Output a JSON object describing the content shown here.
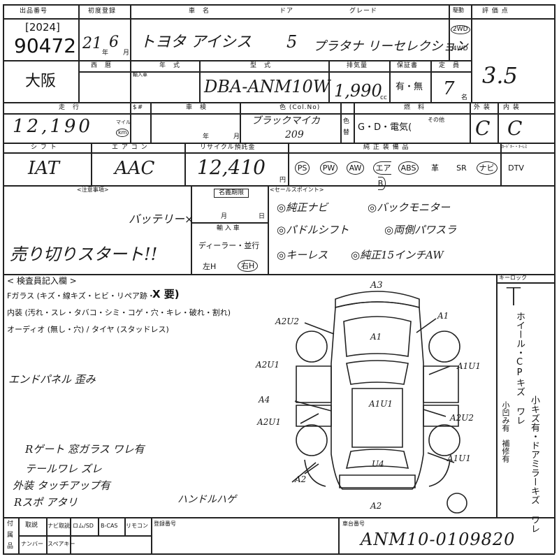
{
  "row1": {
    "lot_label": "出品番号",
    "year": "[2024]",
    "lot_no": "90472",
    "first_reg_label": "初度登録",
    "reg_year": "21",
    "reg_year_unit": "年",
    "reg_month": "6",
    "reg_month_unit": "月",
    "car_name_label": "車　名",
    "car_name": "トヨタ アイシス",
    "door_label": "ドア",
    "doors": "5",
    "grade_label": "グレード",
    "grade": "プラタナ リーセレクション",
    "drive_label": "駆動",
    "drive_2wd": "2WD",
    "drive_4wd": "4WD",
    "score_label": "評 価 点",
    "score": "3.5"
  },
  "row2": {
    "region": "大阪",
    "year_label": "西　暦",
    "type_label": "年　式",
    "import_note": "輸入車",
    "type_label2": "型　式",
    "model_code": "DBA-ANM10W",
    "displacement_label": "排気量",
    "displacement": "1,990",
    "displacement_unit": "cc",
    "warranty_label": "保証書",
    "warranty": "有・無",
    "capacity_label": "定　員",
    "capacity": "7",
    "capacity_unit": "名"
  },
  "row3": {
    "mileage_label": "走　行",
    "mileage": "12,190",
    "mileage_unit_mile": "マイル",
    "mileage_unit_km": "km",
    "km_symbol": "$#",
    "inspection_label": "車　検",
    "inspection_year": "年",
    "inspection_month": "月",
    "color_label": "色 (Col.No)",
    "color": "ブラックマイカ",
    "color_no": "209",
    "color_change_1": "色",
    "color_change_2": "替",
    "fuel_label": "燃　料",
    "fuel": "G・D・電気(",
    "fuel_other": "その他",
    "exterior_label": "外 装",
    "exterior": "C",
    "interior_label": "内 装",
    "interior": "C"
  },
  "row4": {
    "shift_label": "シ フ ト",
    "shift": "IAT",
    "ac_label": "エ ア コ ン",
    "ac": "AAC",
    "recycle_label": "リサイクル預託金",
    "recycle": "12,410",
    "recycle_unit": "円",
    "genuine_label": "純 正 装 備 品",
    "equipment": [
      "PS",
      "PW",
      "AW",
      "エアB",
      "ABS",
      "革",
      "SR",
      "ナビ",
      "DTV"
    ],
    "keyless_label": "ｶｰﾄﾞｷｰ・ｷｰﾚｽ"
  },
  "notes": {
    "attention_label": "<注意事項>",
    "battery_note": "バッテリー×",
    "sale_note": "売り切りスタート!!",
    "transfer_label": "名義期限",
    "transfer_month": "月",
    "transfer_day": "日",
    "import_label": "輸 入 車",
    "dealer_label": "ディーラー・並行",
    "steering_left": "左H",
    "steering_right": "右H",
    "sales_label": "<セールスポイント>",
    "sales_points": [
      "◎純正ナビ",
      "◎バックモニター",
      "◎パドルシフト",
      "◎両側パワスラ",
      "◎キーレス",
      "◎純正15インチAW"
    ]
  },
  "inspector": {
    "title": "< 検査員記入欄 >",
    "glass_line": "Fガラス (キズ・線キズ・ヒビ・リペア跡・",
    "glass_mark": "X 要)",
    "interior_line": "内装 (汚れ・スレ・タバコ・シミ・コゲ・穴・キレ・破れ・割れ)",
    "audio_line": "オーディオ (無し・穴) / タイヤ (スタッドレス)",
    "note_1": "エンドパネル 歪み",
    "note_2": "Rゲート 窓ガラス ワレ有",
    "note_3": "テールワレ ズレ",
    "note_4": "外装 タッチアップ有",
    "note_5": "Rスポ アタリ",
    "note_6": "ハンドルハゲ"
  },
  "diagram_marks": [
    "A3",
    "A2U2",
    "A1",
    "A1",
    "A2U1",
    "A1U1",
    "A4",
    "A1U1",
    "A2U1",
    "A2U2",
    "U4",
    "A1U1",
    "A2",
    "A2"
  ],
  "keylock": {
    "label": "キーロック",
    "value": "T",
    "column_1": "ホイール・CPキズ ワレ",
    "column_2": "小キズ有・ドアミラーキズ ワレ",
    "column_3": "小凹み有　補修有"
  },
  "footer": {
    "row1_label": "付",
    "row2_label": "属",
    "row3_label": "品",
    "items_row1": [
      "取説",
      "ナビ取説",
      "ロム/SD",
      "B-CAS",
      "リモコン"
    ],
    "items_row2": [
      "ナンバー",
      "スペアキー"
    ],
    "reg_no_label": "登録番号",
    "chassis_label": "車台番号",
    "chassis_no": "ANM10-0109820"
  }
}
